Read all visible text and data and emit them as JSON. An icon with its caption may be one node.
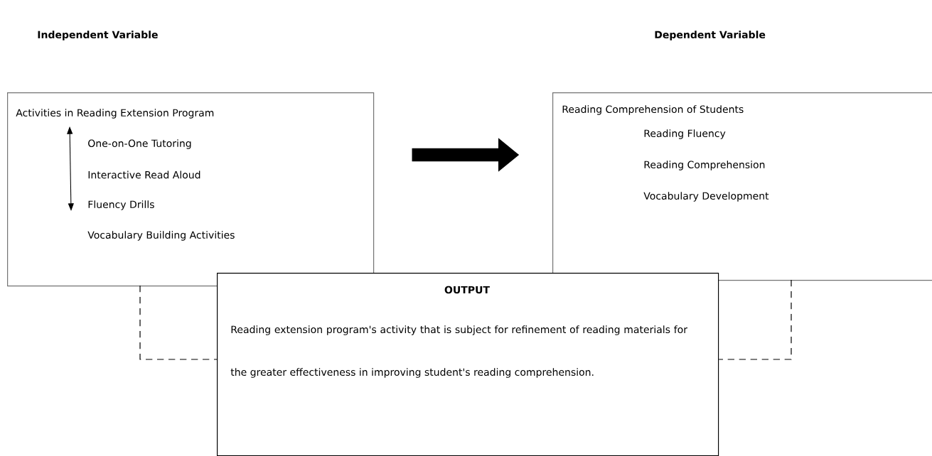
{
  "diagram": {
    "nodes": [
      {
        "text": [
          "Activities in Reading Extension Program",
          "One-on-One Tutoring",
          "Interactive Read Aloud",
          "Fluency Drills",
          "Vocabulary Building Activities"
        ]
      },
      {
        "text": [
          "Reading Comprehension of Students",
          "Reading Fluency",
          "Reading Comprehension",
          "Vocabulary Development"
        ]
      },
      {
        "text": [
          "OUTPUT",
          "Reading extension program's activity that is subject for refinement of reading materials for the greater effectiveness in improving student's reading comprehension."
        ]
      }
    ],
    "edges": [
      {
        "from": 0,
        "to": 1,
        "arrow": "to",
        "style": "thick"
      },
      {
        "from": 0,
        "to": 2,
        "arrow": "none",
        "style": "dashed"
      },
      {
        "from": 1,
        "to": 2,
        "arrow": "none",
        "style": "dashed"
      }
    ],
    "labels": [
      "Independent Variable",
      "Dependent Variable"
    ]
  }
}
